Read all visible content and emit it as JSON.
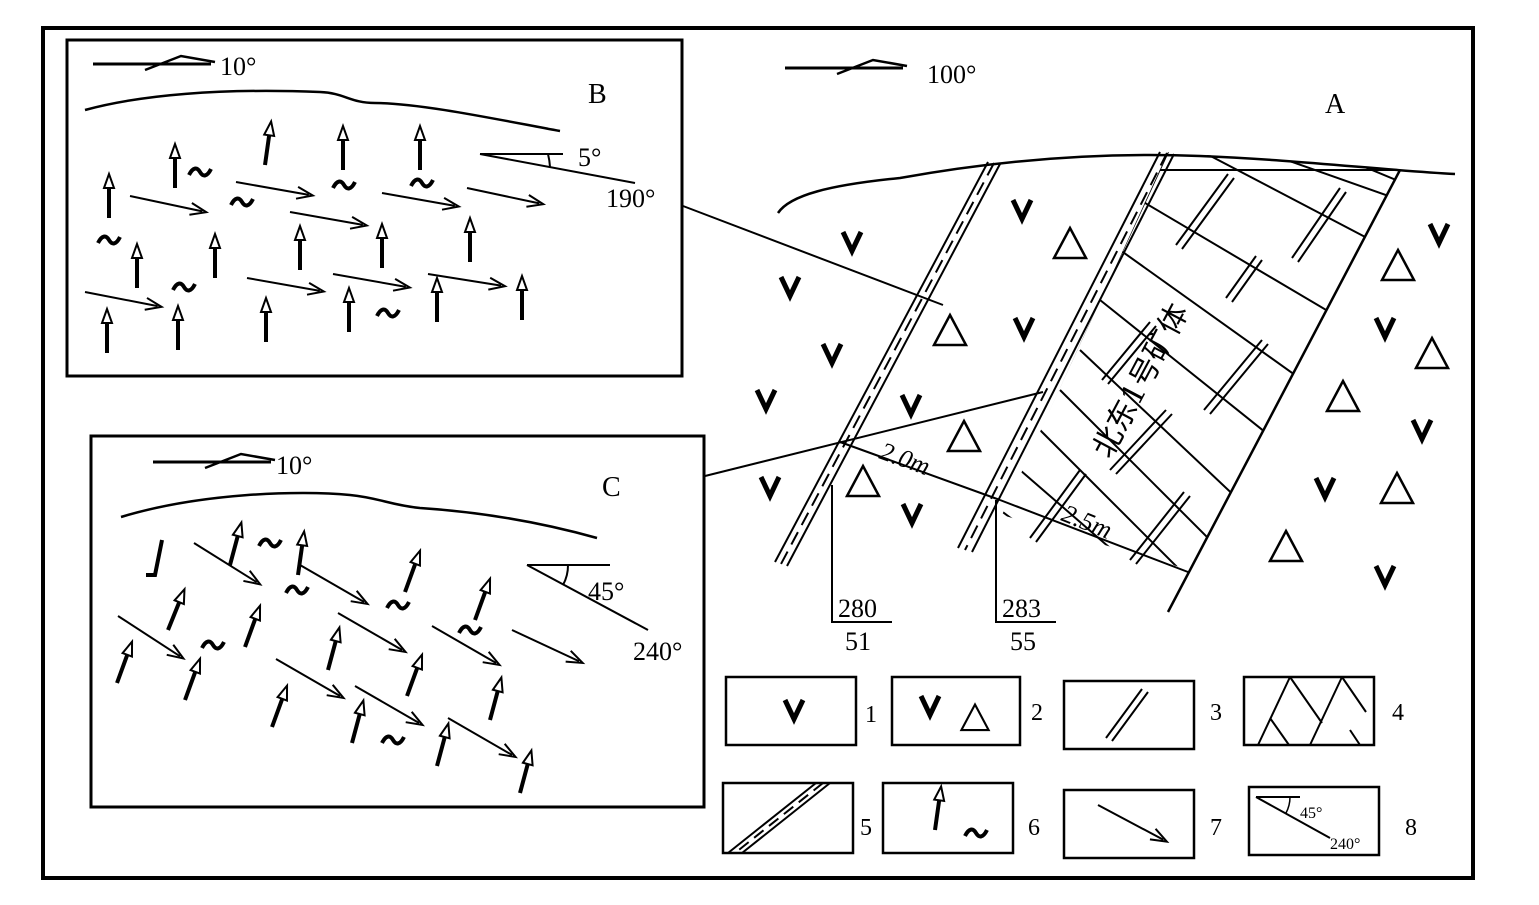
{
  "panel_a": {
    "letter": "A",
    "orientation": "100°",
    "ore_body_label": "北东1号矿体",
    "width_label_1": "2.0m",
    "width_label_2": "2.5m",
    "attitude_1": {
      "dip_direction": "280",
      "dip_angle": "51"
    },
    "attitude_2": {
      "dip_direction": "283",
      "dip_angle": "55"
    }
  },
  "panel_b": {
    "letter": "B",
    "orientation": "10°",
    "lineation_plunge": "5°",
    "lineation_trend": "190°"
  },
  "panel_c": {
    "letter": "C",
    "orientation": "10°",
    "lineation_plunge": "45°",
    "lineation_trend": "240°"
  },
  "legend": {
    "numbers": [
      "1",
      "2",
      "3",
      "4",
      "5",
      "6",
      "7",
      "8"
    ],
    "item8_angle": "45°",
    "item8_trend": "240°"
  },
  "colors": {
    "ink": "#000000",
    "background": "#ffffff"
  }
}
